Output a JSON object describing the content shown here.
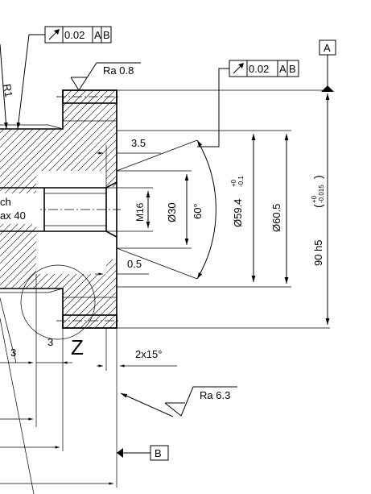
{
  "drawing": {
    "datum_a": "A",
    "datum_b": "B",
    "callout_z": "Z",
    "roughness_top": "Ra 0.8",
    "roughness_face": "Ra 6.3",
    "fcf_top": {
      "tolerance": "0.02",
      "datum1": "A",
      "datum2": "B"
    },
    "fcf_mid": {
      "tolerance": "0.02",
      "datum1": "A",
      "datum2": "B"
    },
    "radius_label": "R1",
    "thread_note_line1": "ch",
    "thread_note_line2": "ax 40",
    "dims": {
      "d35": "3.5",
      "d05": "0.5",
      "m16": "M16",
      "dia30": "Ø30",
      "angle60": "60°",
      "dia594": "Ø59.4",
      "dia594_upper": "+0",
      "dia594_lower": "-0.1",
      "dia605": "Ø60.5",
      "h90": "90 h5",
      "h90_upper": "+0",
      "h90_lower": "-0.015",
      "d3": "3",
      "d3b": "3",
      "chamfer": "2x15°"
    },
    "icons": [
      "runout-arrow-icon",
      "roughness-symbol-icon",
      "datum-triangle-icon"
    ]
  }
}
